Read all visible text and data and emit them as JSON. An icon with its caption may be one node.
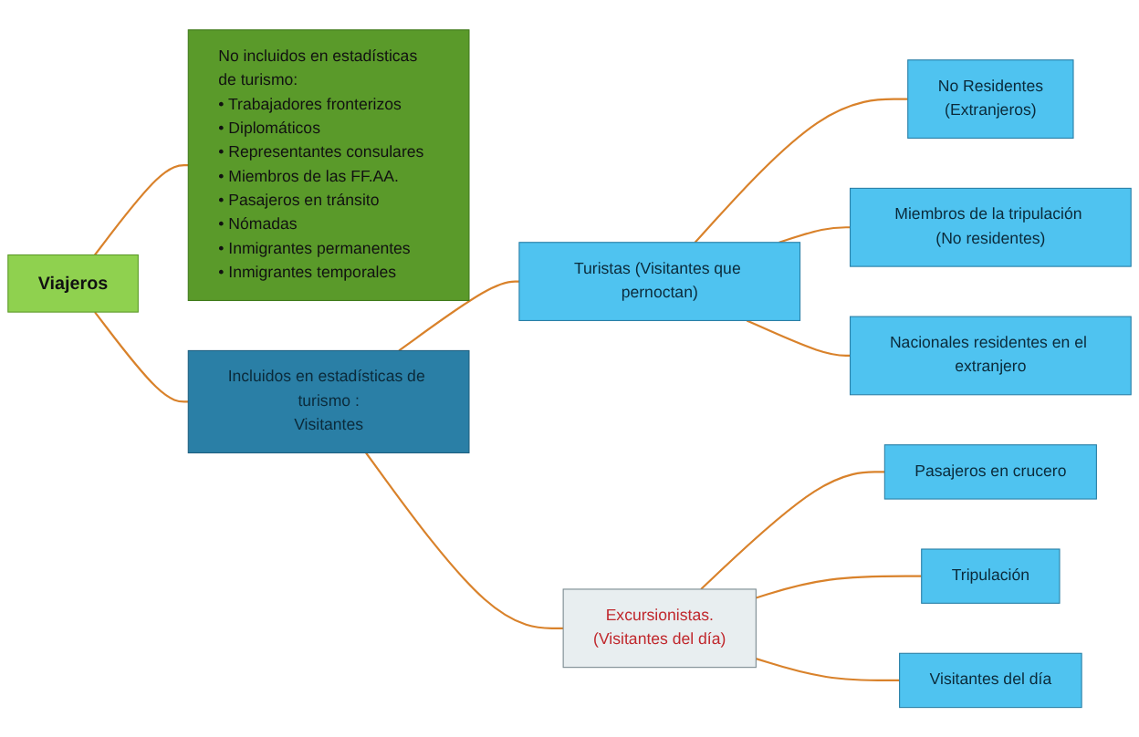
{
  "diagram": {
    "nodes": [
      {
        "text": [
          "Viajeros"
        ]
      },
      {
        "text": [
          "No incluidos en estadísticas de turismo:",
          "• Trabajadores fronterizos",
          "• Diplomáticos",
          "• Representantes consulares",
          "• Miembros de las FF.AA.",
          "• Pasajeros en tránsito",
          "• Nómadas",
          "• Inmigrantes permanentes",
          "• Inmigrantes temporales"
        ]
      },
      {
        "text": [
          "Incluidos en estadísticas de turismo :",
          "Visitantes"
        ]
      },
      {
        "text": [
          "Turistas (Visitantes que pernoctan)"
        ]
      },
      {
        "text": [
          "Excursionistas.",
          "(Visitantes del día)"
        ]
      },
      {
        "text": [
          "No Residentes",
          "(Extranjeros)"
        ]
      },
      {
        "text": [
          "Miembros de la tripulación (No residentes)"
        ]
      },
      {
        "text": [
          "Nacionales residentes en el extranjero"
        ]
      },
      {
        "text": [
          "Pasajeros en crucero"
        ]
      },
      {
        "text": [
          "Tripulación"
        ]
      },
      {
        "text": [
          "Visitantes del día"
        ]
      }
    ],
    "edges": [
      {
        "from": 0,
        "to": 1,
        "arrow": "none"
      },
      {
        "from": 0,
        "to": 2,
        "arrow": "none"
      },
      {
        "from": 2,
        "to": 3,
        "arrow": "none"
      },
      {
        "from": 2,
        "to": 4,
        "arrow": "none"
      },
      {
        "from": 3,
        "to": 5,
        "arrow": "none"
      },
      {
        "from": 3,
        "to": 6,
        "arrow": "none"
      },
      {
        "from": 3,
        "to": 7,
        "arrow": "none"
      },
      {
        "from": 4,
        "to": 8,
        "arrow": "none"
      },
      {
        "from": 4,
        "to": 9,
        "arrow": "none"
      },
      {
        "from": 4,
        "to": 10,
        "arrow": "none"
      }
    ]
  }
}
